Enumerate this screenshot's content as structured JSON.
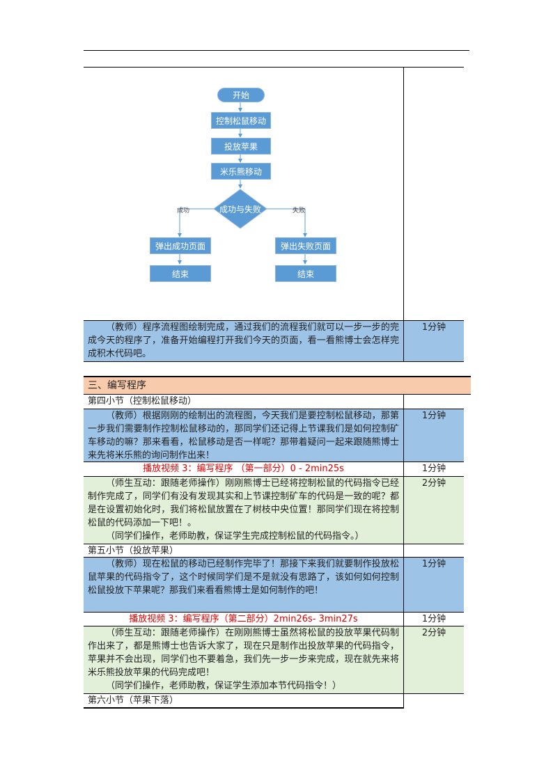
{
  "flowchart": {
    "nodes": {
      "start": "开始",
      "control": "控制松鼠移动",
      "drop": "投放苹果",
      "milu": "米乐熊移动",
      "decision": "成功与失败",
      "success_page": "弹出成功页面",
      "fail_page": "弹出失败页面",
      "end_left": "结束",
      "end_right": "结束"
    },
    "branch_left": "成功",
    "branch_right": "失败"
  },
  "row_summary": {
    "text": "（教师）程序流程图绘制完成，通过我们的流程我们就可以一步一步的完成今天的程序了，准备开始编程打开我们今天的页面，看一看熊博士会怎样完成积木代码吧。",
    "time": "1分钟"
  },
  "section3": {
    "title": "三、编写程序",
    "sub4": "第四小节（控制松鼠移动）",
    "row4a": {
      "text": "（教师）根据刚刚的绘制出的流程图，今天我们是要控制松鼠移动，那第一步我们需要制作控制松鼠移动的，那同学们还记得上节课我们是如何控制矿车移动的嘛？那来看看，松鼠移动是否一样呢？那带着疑问一起来跟随熊博士来先将米乐熊的询问制作出来！",
      "time": "1分钟"
    },
    "video3a": {
      "text": "播放视频 3：编写程序 （第一部分）0 - 2min25s",
      "time": "1分钟"
    },
    "row4b": {
      "text1": "（师生互动：跟随老师操作）刚刚熊博士已经将控制松鼠的代码指令已经制作完成了，同学们有没有发现其实和上节课控制矿车的代码是一致的呢？都是在设置初始化时，我们将松鼠放置在了树枝中央位置！那同学们现在将控制松鼠的代码添加一下吧！。",
      "text2": "（同学们操作，老师助教，保证学生完成控制松鼠的代码指令。）",
      "time": "2分钟"
    },
    "sub5": "第五小节（投放苹果）",
    "row5a": {
      "text": "（教师）现在松鼠的移动已经制作完毕了！那接下来我们就要制作投放松鼠苹果的代码指令了，这个时候同学们是不是就没有思路了，该如何如何控制松鼠投放下苹果呢？那我们来看看熊博士是如何制作的吧！",
      "time": "1分钟"
    },
    "video3b": {
      "text": "播放视频 3：编写程序（第二部分）2min26s- 3min27s",
      "time": "1分钟"
    },
    "row5b": {
      "text1": "（师生互动：跟随老师操作）在刚刚熊博士虽然将松鼠的投放苹果代码制作出来了，都是熊博士也告诉大家了，现在只是制作出投放苹果的代码指令，苹果并不会出现，同学们也不要着急，我们先一步一步来完成，现在就先来将米乐熊投放苹果的代码完成吧！",
      "text2": "（同学们操作，老师助教，保证学生添加本节代码指令！）",
      "time": "2分钟"
    },
    "sub6": "第六小节（苹果下落）"
  }
}
